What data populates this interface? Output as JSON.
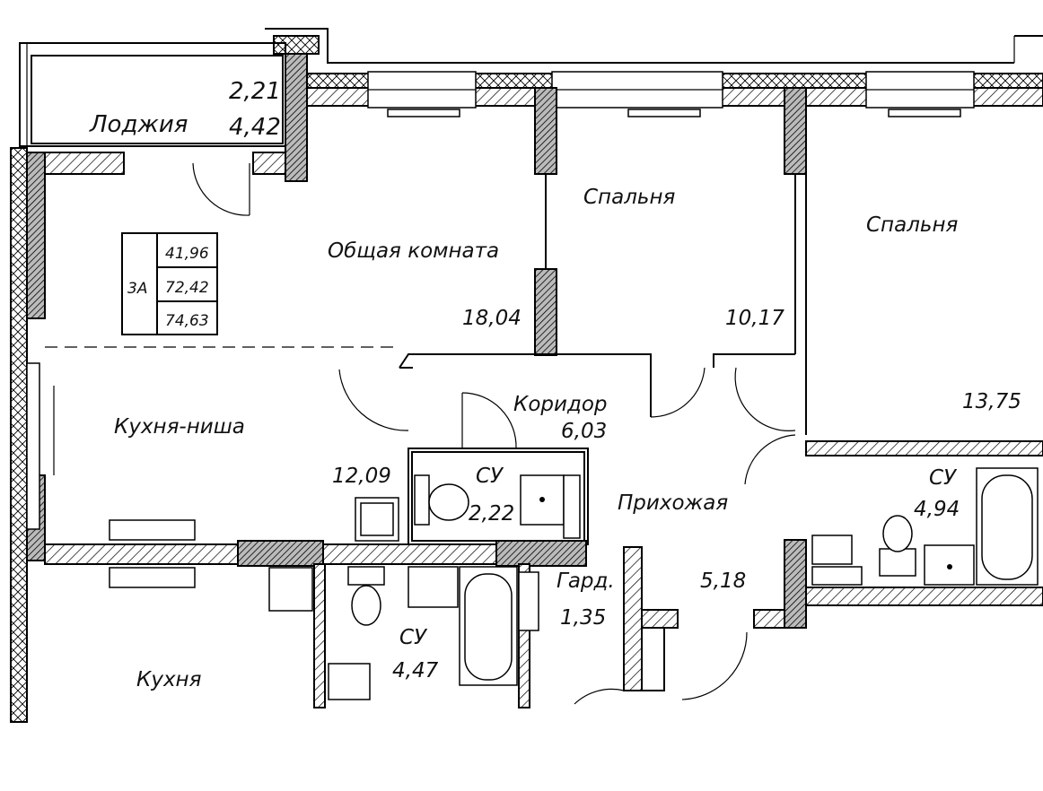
{
  "rooms": {
    "loggia": {
      "name": "Лоджия",
      "area_a": "2,21",
      "area_b": "4,42"
    },
    "living": {
      "name": "Общая комната",
      "area": "18,04"
    },
    "bedroom1": {
      "name": "Спальня",
      "area": "10,17"
    },
    "bedroom2": {
      "name": "Спальня",
      "area": "13,75"
    },
    "kitchen_niche": {
      "name": "Кухня-ниша",
      "area": "12,09"
    },
    "corridor": {
      "name": "Коридор",
      "area": "6,03"
    },
    "wc1": {
      "name": "СУ",
      "area": "2,22"
    },
    "wc2": {
      "name": "СУ",
      "area": "4,94"
    },
    "hallway": {
      "name": "Прихожая",
      "area": "5,18"
    },
    "wardrobe": {
      "name": "Гард.",
      "area": "1,35"
    },
    "wc3": {
      "name": "СУ",
      "area": "4,47"
    },
    "kitchen": {
      "name": "Кухня"
    }
  },
  "apartment_table": {
    "type": "3А",
    "living_area": "41,96",
    "total_area": "72,42",
    "total_area_with_loggia": "74,63"
  }
}
